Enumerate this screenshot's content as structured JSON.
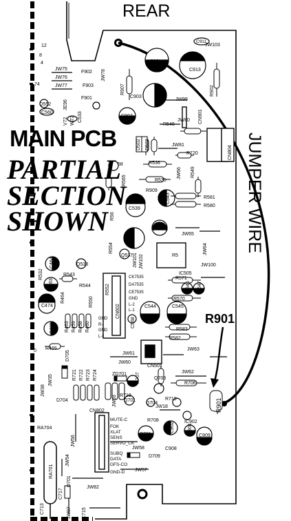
{
  "titles": {
    "rear": "REAR",
    "main_pcb": "MAIN PCB",
    "partial": "PARTIAL",
    "section": "SECTION",
    "shown": "SHOWN",
    "jumper_wire": "JUMPER WIRE",
    "r901_callout": "R901"
  },
  "labels": {
    "c911": "C911",
    "jw103": "JW103",
    "c90x": "C90",
    "c913": "C913",
    "jw75": "JW75",
    "f902": "F902",
    "jw76": "JW76",
    "jw77": "JW77",
    "f903": "F903",
    "f901": "F901",
    "jw78": "JW78",
    "r907": "R907",
    "c903": "C903",
    "r902": "R902",
    "jw99": "JW99",
    "cn901": "CN901",
    "q552": "Q552",
    "c560": "C560",
    "je96": "JE96",
    "v72": "V72",
    "w72": "W72",
    "c533": "C533",
    "c907": "C907",
    "jw80": "JW80",
    "r548": "R548",
    "jw81": "JW81",
    "r720": "R720",
    "cn804": "CN804",
    "d502": "D502",
    "d503": "D503",
    "r536": "R536",
    "c58": "58",
    "jw66": "JW66",
    "r549": "R549",
    "r565": "R565",
    "r535": "R535",
    "r909": "R909",
    "c539": "C539",
    "c543": "C543",
    "r581": "R581",
    "r580": "R580",
    "r56": "R56",
    "c540": "C540",
    "c542": "C542",
    "jw65": "JW65",
    "jw64": "JW64",
    "r554": "R554",
    "r5": "R5",
    "q537": "Q537",
    "jw101": "JW101",
    "jw102": "JW102",
    "jw100": "JW100",
    "ic505": "IC505",
    "c464": "C464",
    "q538": "Q538",
    "r543": "R543",
    "r544": "R544",
    "r532": "R532",
    "c463": "C463",
    "ck7535": "CK7535",
    "da7535": "DA7535",
    "ce7535": "CE7535",
    "r571": "R571",
    "c546": "C546",
    "c547": "C547",
    "r552": "R552",
    "gnd1": "GND",
    "l2": "L-2",
    "l1": "L-1",
    "r570": "R570",
    "c474": "C474",
    "r464": "R464",
    "r550": "R550",
    "cn602": "CN602",
    "c544": "C544",
    "c545": "C545",
    "c568": "C568",
    "r901_board": "R901",
    "r463": "R463",
    "r459": "R459",
    "r458": "R458",
    "r460": "R460",
    "gnd2": "GND",
    "ri": "R-I",
    "gnd3": "GND",
    "li": "L-I",
    "r583": "R583",
    "r582": "R582",
    "c465": "C465",
    "r465": "R465",
    "jw61": "JW61",
    "jw63": "JW63",
    "jw60": "JW60",
    "cn501": "CN501",
    "d705": "D705",
    "jw62": "JW62",
    "jw38": "JW38",
    "jw35": "JW35",
    "r721": "R721",
    "r722": "R722",
    "r723": "R723",
    "r724": "R724",
    "zd701": "ZD701",
    "r707": "R707",
    "q703": "Q703",
    "r706": "R706",
    "d704": "D704",
    "r718": "R718",
    "q701": "Q701",
    "q704": "Q704",
    "r719": "R719",
    "jw18": "JW18",
    "jw59": "JW59",
    "cn802": "CN802",
    "r708": "R708",
    "ic902": "IC902",
    "ra704": "RA704",
    "mute": "MUTE-C",
    "fok": "FOK",
    "xlat": "XLAT",
    "sens": "SENS",
    "servo_ck": "SERVO_CK",
    "c721": "C721",
    "c902": "C902",
    "c901": "C901",
    "c909": "C909",
    "jw56": "JW56",
    "jw58": "JW58",
    "subq": "SUBQ",
    "data": "DATA",
    "gfs": "GFS-CO",
    "d709": "D709",
    "c908": "C908",
    "ra701": "RA701",
    "jw54": "JW54",
    "c717": "C717",
    "d701": "D701",
    "jw57": "JW57",
    "gndd": "GND-D",
    "c713": "C713",
    "jw82": "JW82",
    "jw97": "JW97",
    "c715": "C715",
    "m12": "12",
    "m8": "8",
    "m4": "4",
    "m74": "74",
    "m0": "0"
  }
}
